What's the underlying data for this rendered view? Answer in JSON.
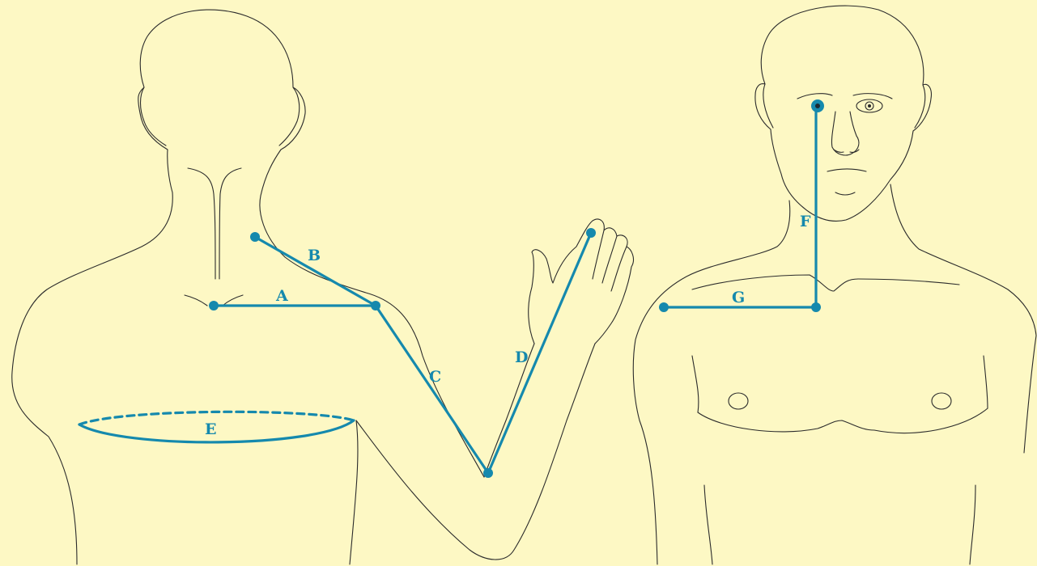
{
  "colors": {
    "background": "#fdf8c4",
    "measure": "#1589ad",
    "outline": "#2b2b2b"
  },
  "figures": {
    "back_view": {
      "measurements": {
        "a": {
          "label": "A"
        },
        "b": {
          "label": "B"
        },
        "c": {
          "label": "C"
        },
        "d": {
          "label": "D"
        },
        "e": {
          "label": "E"
        }
      }
    },
    "front_view": {
      "measurements": {
        "f": {
          "label": "F"
        },
        "g": {
          "label": "G"
        }
      }
    }
  }
}
